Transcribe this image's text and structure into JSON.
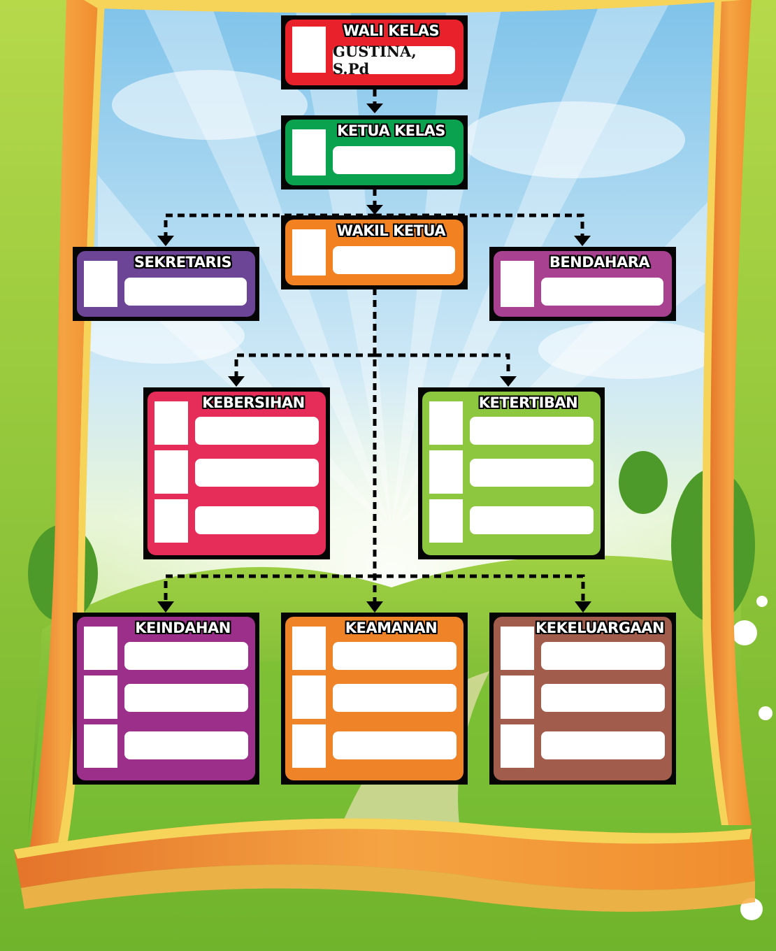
{
  "colors": {
    "wali": "#e8212b",
    "ketua": "#0aa24f",
    "wakil": "#f18121",
    "sekretaris": "#6d4597",
    "bendahara": "#a8418f",
    "kebersihan": "#e62c58",
    "ketertiban": "#8dc63f",
    "keindahan": "#9b2f8a",
    "keamanan": "#ef8328",
    "kekeluargaan": "#a25c4b"
  },
  "roles": {
    "wali": {
      "title": "WALI KELAS",
      "name": "GUSTINA, S.Pd"
    },
    "ketua": {
      "title": "KETUA KELAS"
    },
    "wakil": {
      "title": "WAKIL KETUA"
    },
    "sekretaris": {
      "title": "SEKRETARIS"
    },
    "bendahara": {
      "title": "BENDAHARA"
    },
    "kebersihan": {
      "title": "KEBERSIHAN"
    },
    "ketertiban": {
      "title": "KETERTIBAN"
    },
    "keindahan": {
      "title": "KEINDAHAN"
    },
    "keamanan": {
      "title": "KEAMANAN"
    },
    "kekeluargaan": {
      "title": "KEKELUARGAAN"
    }
  }
}
